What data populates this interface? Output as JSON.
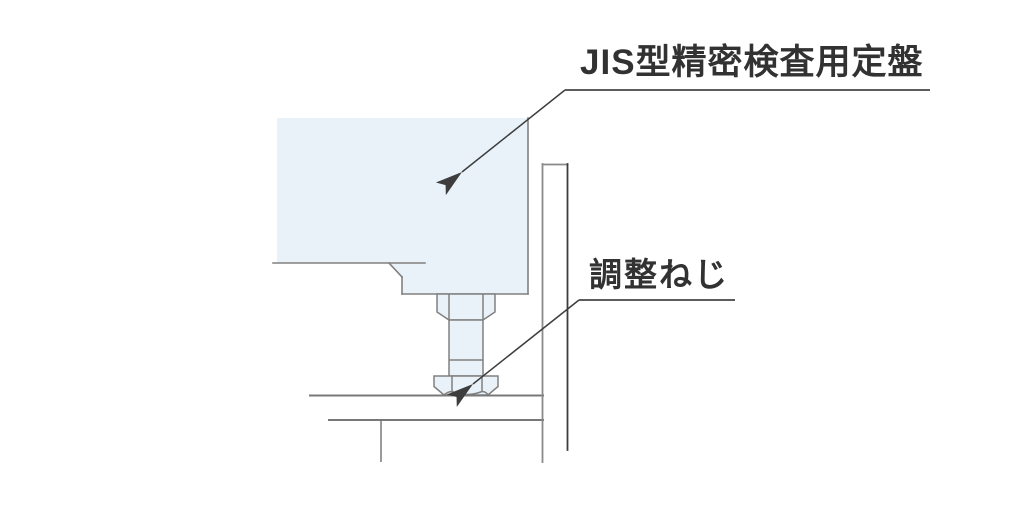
{
  "labels": {
    "plate": "JIS型精密検査用定盤",
    "screw": "調整ねじ"
  },
  "icons": {
    "leader_arrowhead": "solid-triangle-arrowhead"
  },
  "colors": {
    "background": "#ffffff",
    "plate_fill": "#e9f2f9",
    "outline_gray": "#808080",
    "stand_gray": "#787878",
    "underline_gray": "#5c5c5c",
    "leader_dark": "#3d3d3d",
    "text": "#323232"
  }
}
